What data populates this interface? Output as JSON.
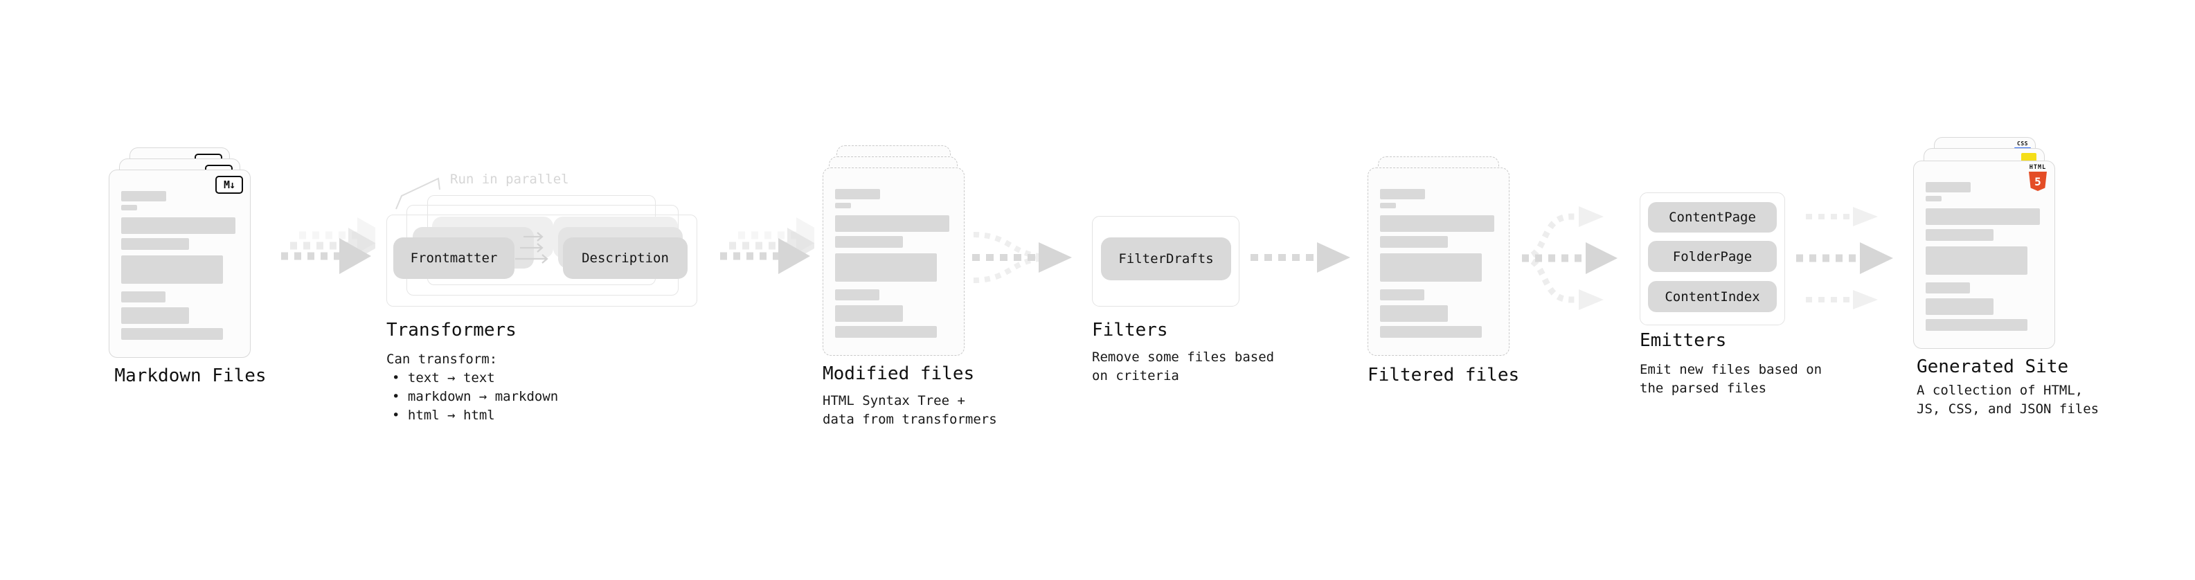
{
  "diagram": {
    "markdown_files": {
      "label": "Markdown Files",
      "badge": "M↓"
    },
    "transformers": {
      "title": "Transformers",
      "annotation": "Run in parallel",
      "pill_left": "Frontmatter",
      "pill_right": "Description",
      "can_transform_heading": "Can transform:",
      "bullets": [
        "• text → text",
        "• markdown → markdown",
        "• html → html"
      ]
    },
    "modified_files": {
      "title": "Modified files",
      "subtitle": "HTML Syntax Tree +\ndata from transformers"
    },
    "filters": {
      "title": "Filters",
      "pill": "FilterDrafts",
      "subtitle": "Remove some files based\non criteria"
    },
    "filtered_files": {
      "title": "Filtered files"
    },
    "emitters": {
      "title": "Emitters",
      "pills": [
        "ContentPage",
        "FolderPage",
        "ContentIndex"
      ],
      "subtitle": "Emit new files based on\nthe parsed files"
    },
    "generated_site": {
      "title": "Generated Site",
      "subtitle": "A collection of HTML,\nJS, CSS, and JSON files",
      "css_badge": "CSS",
      "html_badge_word": "HTML",
      "html_badge_number": "5"
    }
  },
  "colors": {
    "html5_orange": "#e44d26",
    "js_yellow": "#f5de19",
    "css_blue": "#2965f1",
    "pill_gray": "#d9d9d9",
    "skeleton_gray": "#d9d9d9",
    "arrow_gray": "#d6d6d6",
    "light_annotation": "#d6d6d6"
  }
}
